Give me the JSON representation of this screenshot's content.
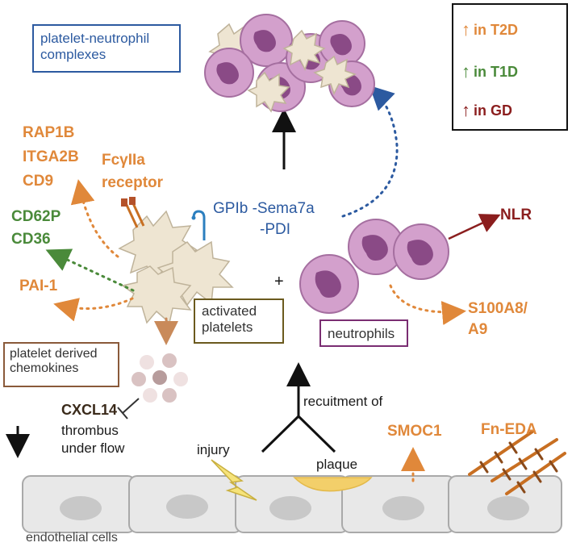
{
  "legend": {
    "items": [
      {
        "arrow": "↑",
        "text": "in T2D",
        "color": "#e0883a"
      },
      {
        "arrow": "↑",
        "text": "in T1D",
        "color": "#4a8a3a"
      },
      {
        "arrow": "↑",
        "text": "in GD",
        "color": "#8b1e1e"
      }
    ]
  },
  "boxes": {
    "platelet_neutrophil": [
      "platelet-neutrophil",
      "complexes"
    ],
    "activated_platelets": [
      "activated",
      "platelets"
    ],
    "neutrophils": "neutrophils",
    "chemokines": [
      "platelet derived",
      "chemokines"
    ]
  },
  "labels": {
    "rap1b": "RAP1B",
    "itga2b": "ITGA2B",
    "cd9": "CD9",
    "fcg_line1": "FcγIIa",
    "fcg_line2": "receptor",
    "cd62p": "CD62P",
    "cd36": "CD36",
    "pai1": "PAI-1",
    "gpib_line1": "GPIb -Sema7a",
    "gpib_line2": "-PDI",
    "plus": "+",
    "nlr": "NLR",
    "s100_line1": "S100A8/",
    "s100_line2": "A9",
    "cxcl14": "CXCL14",
    "thrombus_line1": "thrombus",
    "thrombus_line2": "under flow",
    "recruitment": "recuitment of",
    "injury": "injury",
    "plaque": "plaque",
    "smoc1": "SMOC1",
    "fneda": "Fn-EDA",
    "endothelial": "endothelial cells"
  },
  "colors": {
    "t2d": "#e0883a",
    "t1d": "#4a8a3a",
    "gd": "#8b1e1e",
    "blue": "#2c5aa0",
    "platelet": "#eee5d2",
    "neutrophil": "#d3a0cc",
    "nucleus": "#8a4a86",
    "endothelial": "#e8e8e8"
  },
  "icons": [
    "platelet-icon",
    "neutrophil-icon",
    "endothelial-cell-icon",
    "lightning-icon",
    "fibronectin-icon",
    "receptor-icon",
    "chemokine-icon"
  ]
}
